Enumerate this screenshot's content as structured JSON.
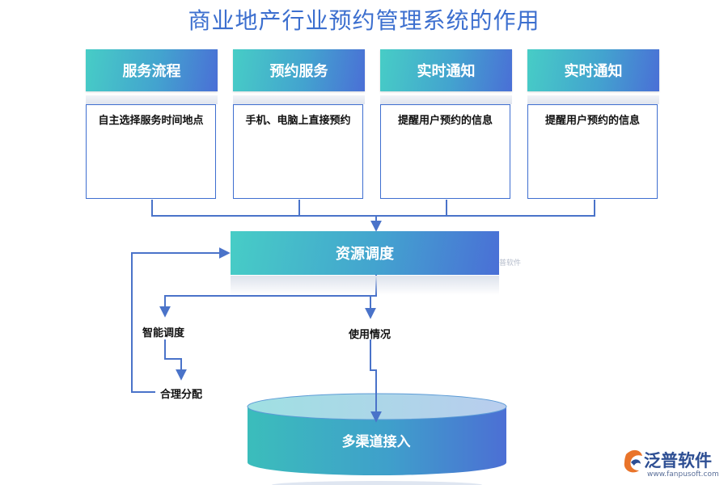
{
  "title": "商业地产行业预约管理系统的作用",
  "cards": [
    {
      "head": "服务流程",
      "body": "自主选择服务时间地点"
    },
    {
      "head": "预约服务",
      "body": "手机、电脑上直接预约"
    },
    {
      "head": "实时通知",
      "body": "提醒用户预约的信息"
    },
    {
      "head": "实时通知",
      "body": "提醒用户预约的信息"
    }
  ],
  "resource": {
    "label": "资源调度"
  },
  "branches": {
    "smart": "智能调度",
    "usage": "使用情况",
    "allocate": "合理分配"
  },
  "cylinder": {
    "label": "多渠道接入"
  },
  "watermark": "普软件",
  "logo": {
    "name": "泛普软件",
    "url": "www.fanpusoft.com"
  },
  "colors": {
    "accent": "#3c6fcf",
    "gradient_start": "#47cdc6",
    "gradient_end": "#4a6fd6",
    "connector": "#4a73c9"
  }
}
